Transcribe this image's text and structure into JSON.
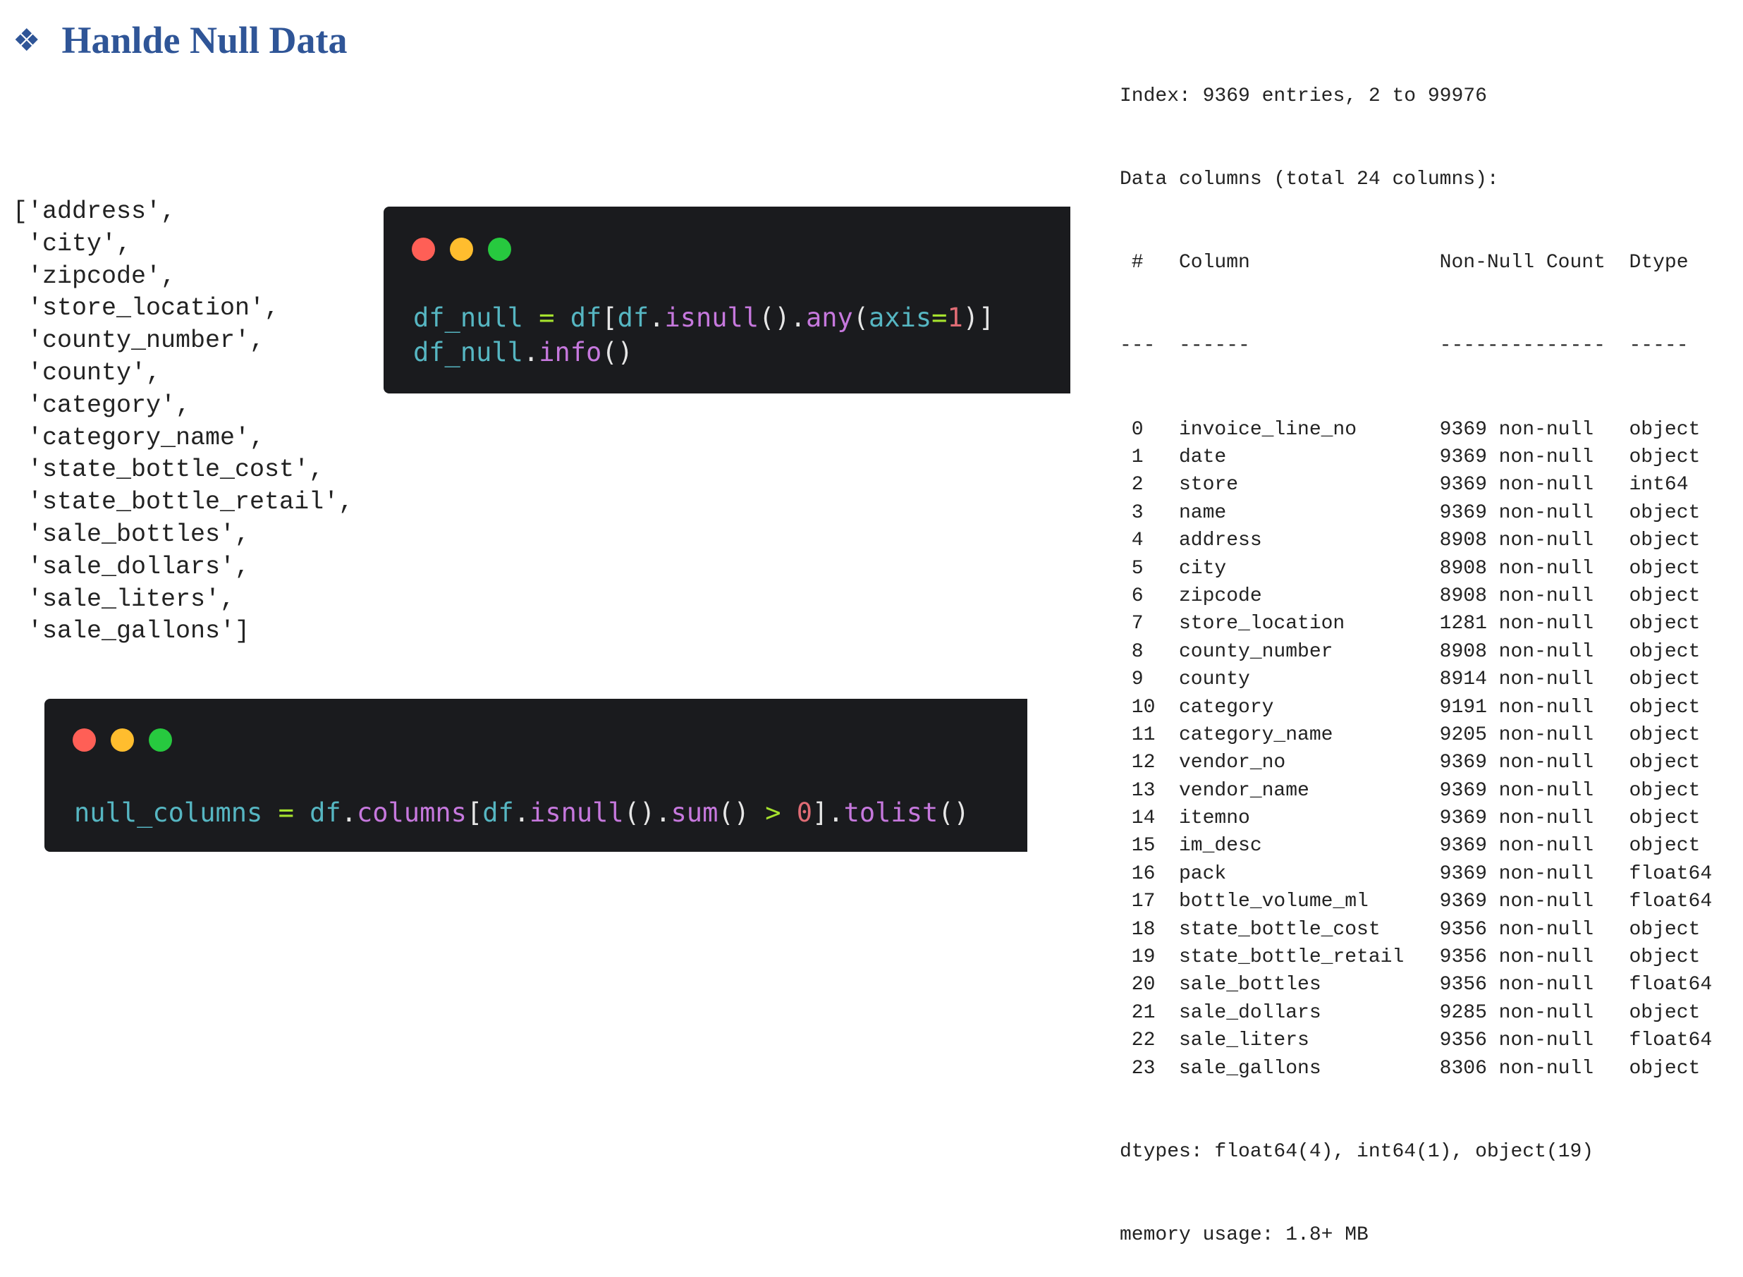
{
  "title": {
    "icon": "diamond-cluster-icon",
    "text": "Hanlde Null Data"
  },
  "null_list": [
    "['address',",
    " 'city',",
    " 'zipcode',",
    " 'store_location',",
    " 'county_number',",
    " 'county',",
    " 'category',",
    " 'category_name',",
    " 'state_bottle_cost',",
    " 'state_bottle_retail',",
    " 'sale_bottles',",
    " 'sale_dollars',",
    " 'sale_liters',",
    " 'sale_gallons']"
  ],
  "colors": {
    "dot_red": "#ff5f56",
    "dot_yellow": "#ffbd2e",
    "dot_green": "#27c93f",
    "var": "#56b6c2",
    "op": "#a6e22e",
    "fn": "#c678dd",
    "num": "#e06c75",
    "plain": "#e6e6e6",
    "title": "#2f5597"
  },
  "code1": [
    [
      {
        "t": "df_null",
        "c": "var"
      },
      {
        "t": " = ",
        "c": "op"
      },
      {
        "t": "df",
        "c": "var"
      },
      {
        "t": "[",
        "c": "plain"
      },
      {
        "t": "df",
        "c": "var"
      },
      {
        "t": ".",
        "c": "plain"
      },
      {
        "t": "isnull",
        "c": "fn"
      },
      {
        "t": "().",
        "c": "plain"
      },
      {
        "t": "any",
        "c": "fn"
      },
      {
        "t": "(",
        "c": "plain"
      },
      {
        "t": "axis",
        "c": "var"
      },
      {
        "t": "=",
        "c": "op"
      },
      {
        "t": "1",
        "c": "num"
      },
      {
        "t": ")]",
        "c": "plain"
      }
    ],
    [
      {
        "t": "df_null",
        "c": "var"
      },
      {
        "t": ".",
        "c": "plain"
      },
      {
        "t": "info",
        "c": "fn"
      },
      {
        "t": "()",
        "c": "plain"
      }
    ]
  ],
  "code2": [
    [
      {
        "t": "null_columns",
        "c": "var"
      },
      {
        "t": " = ",
        "c": "op"
      },
      {
        "t": "df",
        "c": "var"
      },
      {
        "t": ".",
        "c": "plain"
      },
      {
        "t": "columns",
        "c": "fn"
      },
      {
        "t": "[",
        "c": "plain"
      },
      {
        "t": "df",
        "c": "var"
      },
      {
        "t": ".",
        "c": "plain"
      },
      {
        "t": "isnull",
        "c": "fn"
      },
      {
        "t": "().",
        "c": "plain"
      },
      {
        "t": "sum",
        "c": "fn"
      },
      {
        "t": "() ",
        "c": "plain"
      },
      {
        "t": ">",
        "c": "op"
      },
      {
        "t": " ",
        "c": "plain"
      },
      {
        "t": "0",
        "c": "num"
      },
      {
        "t": "].",
        "c": "plain"
      },
      {
        "t": "tolist",
        "c": "fn"
      },
      {
        "t": "()",
        "c": "plain"
      }
    ]
  ],
  "info": {
    "index_line": "Index: 9369 entries, 2 to 99976",
    "columns_line": "Data columns (total 24 columns):",
    "header": [
      " #",
      "Column",
      "Non-Null Count",
      "Dtype"
    ],
    "dashes": [
      "---",
      "------",
      "--------------",
      "-----"
    ],
    "rows": [
      [
        "0",
        "invoice_line_no",
        "9369 non-null",
        "object"
      ],
      [
        "1",
        "date",
        "9369 non-null",
        "object"
      ],
      [
        "2",
        "store",
        "9369 non-null",
        "int64"
      ],
      [
        "3",
        "name",
        "9369 non-null",
        "object"
      ],
      [
        "4",
        "address",
        "8908 non-null",
        "object"
      ],
      [
        "5",
        "city",
        "8908 non-null",
        "object"
      ],
      [
        "6",
        "zipcode",
        "8908 non-null",
        "object"
      ],
      [
        "7",
        "store_location",
        "1281 non-null",
        "object"
      ],
      [
        "8",
        "county_number",
        "8908 non-null",
        "object"
      ],
      [
        "9",
        "county",
        "8914 non-null",
        "object"
      ],
      [
        "10",
        "category",
        "9191 non-null",
        "object"
      ],
      [
        "11",
        "category_name",
        "9205 non-null",
        "object"
      ],
      [
        "12",
        "vendor_no",
        "9369 non-null",
        "object"
      ],
      [
        "13",
        "vendor_name",
        "9369 non-null",
        "object"
      ],
      [
        "14",
        "itemno",
        "9369 non-null",
        "object"
      ],
      [
        "15",
        "im_desc",
        "9369 non-null",
        "object"
      ],
      [
        "16",
        "pack",
        "9369 non-null",
        "float64"
      ],
      [
        "17",
        "bottle_volume_ml",
        "9369 non-null",
        "float64"
      ],
      [
        "18",
        "state_bottle_cost",
        "9356 non-null",
        "object"
      ],
      [
        "19",
        "state_bottle_retail",
        "9356 non-null",
        "object"
      ],
      [
        "20",
        "sale_bottles",
        "9356 non-null",
        "float64"
      ],
      [
        "21",
        "sale_dollars",
        "9285 non-null",
        "object"
      ],
      [
        "22",
        "sale_liters",
        "9356 non-null",
        "float64"
      ],
      [
        "23",
        "sale_gallons",
        "8306 non-null",
        "object"
      ]
    ],
    "dtypes_line": "dtypes: float64(4), int64(1), object(19)",
    "memory_line": "memory usage: 1.8+ MB"
  }
}
